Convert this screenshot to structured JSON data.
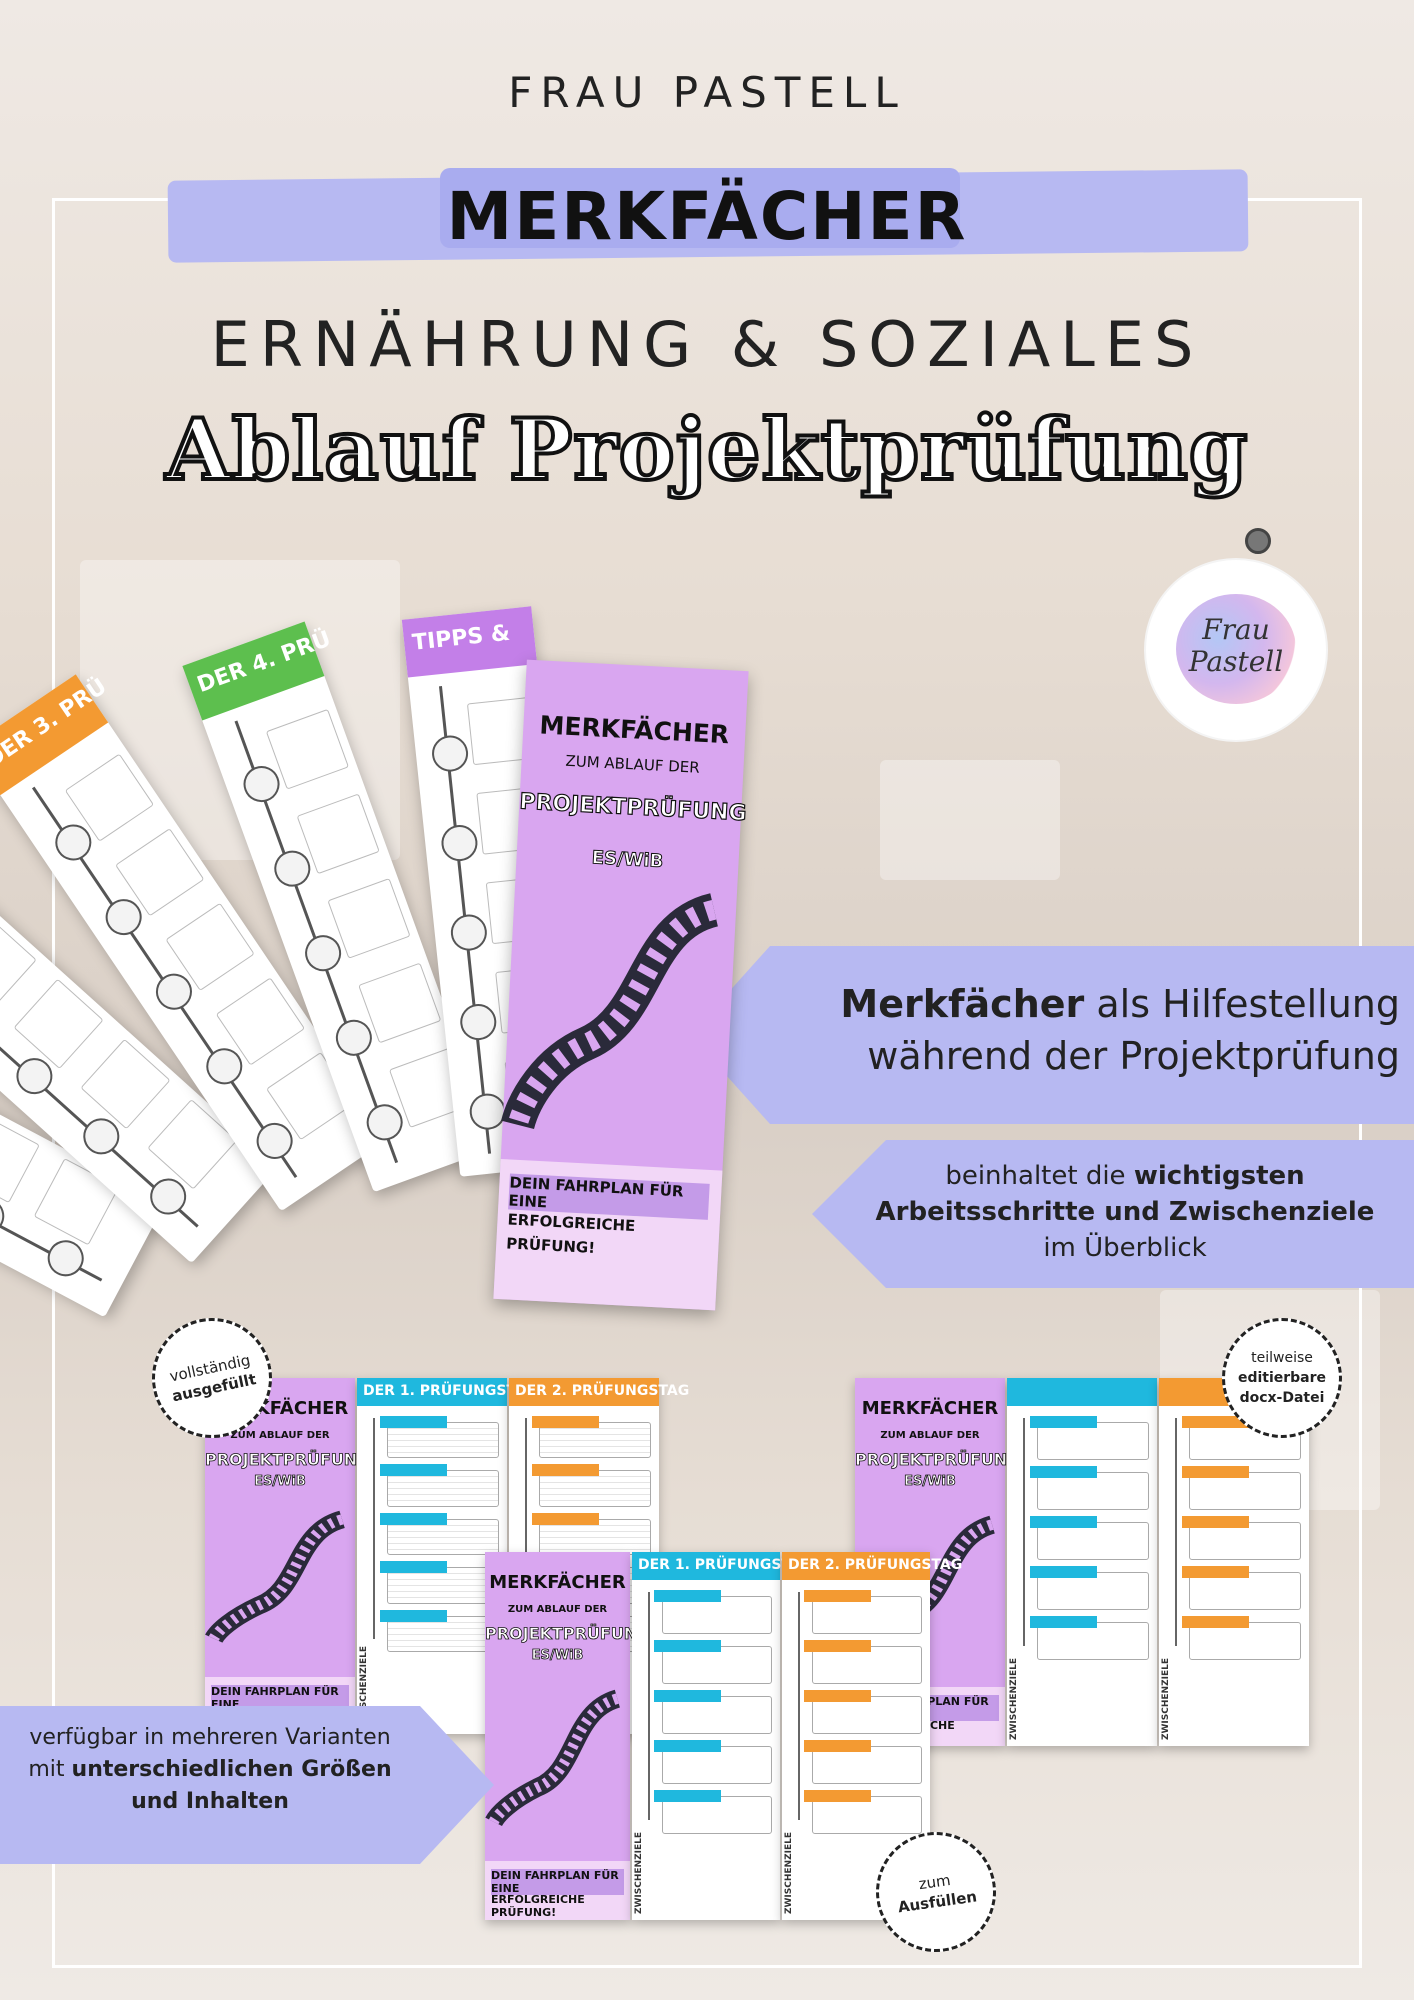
{
  "brand": "FRAU PASTELL",
  "title": "MERKFÄCHER",
  "subtitle": "ERNÄHRUNG & SOZIALES",
  "headline": "Ablauf Projektprüfung",
  "logo": {
    "line1": "Frau",
    "line2": "Pastell"
  },
  "fan_cards": [
    {
      "header": "DER 1. PRÜF",
      "color": "#1fb8de"
    },
    {
      "header": "DER 2. PRÜF",
      "color": "#f39a32"
    },
    {
      "header": "DER 3. PRÜ",
      "color": "#f39a32"
    },
    {
      "header": "DER 4. PRÜ",
      "color": "#5dbf4e"
    },
    {
      "header": "TIPPS &",
      "color": "#c37fe8"
    }
  ],
  "cover": {
    "line1": "MERKFÄCHER",
    "line2": "ZUM ABLAUF DER",
    "line3": "PROJEKTPRÜFUNG",
    "line4": "ES/WiB",
    "foot1": "DEIN FAHRPLAN FÜR EINE",
    "foot2": "ERFOLGREICHE PRÜFUNG!"
  },
  "callout1": {
    "bold": "Merkfächer",
    "rest": " als Hilfestellung",
    "line2": "während der Projektprüfung"
  },
  "callout2": {
    "l1a": "beinhaltet die ",
    "l1b": "wichtigsten",
    "l2": "Arbeitsschritte und Zwischenziele",
    "l3": "im Überblick"
  },
  "callout3": {
    "l1": "verfügbar in mehreren Varianten",
    "l2a": "mit ",
    "l2b": "unterschiedlichen Größen",
    "l3": "und Inhalten"
  },
  "badge1": {
    "l1": "vollständig",
    "l2": "ausgefüllt"
  },
  "badge2": {
    "l1": "teilweise",
    "l2": "editierbare",
    "l3": "docx-Datei"
  },
  "badge3": {
    "l1": "zum",
    "l2": "Ausfüllen"
  },
  "preview": {
    "day1": "DER 1. PRÜFUNGSTAG",
    "day2": "DER 2. PRÜFUNGSTAG",
    "cover_title": "MERKFÄCHER",
    "cover_sub": "ZUM ABLAUF DER",
    "cover_main": "PROJEKTPRÜFUNG",
    "cover_main2": "ES/WiB",
    "cover_foot1": "DEIN FAHRPLAN FÜR EINE",
    "cover_foot2": "ERFOLGREICHE PRÜFUNG!",
    "zwischenziele": "ZWISCHENZIELE"
  },
  "colors": {
    "lilac": "#b7b9f2",
    "cyan": "#1fb8de",
    "orange": "#f39a32",
    "green": "#5dbf4e",
    "purple": "#d9a6f0"
  }
}
